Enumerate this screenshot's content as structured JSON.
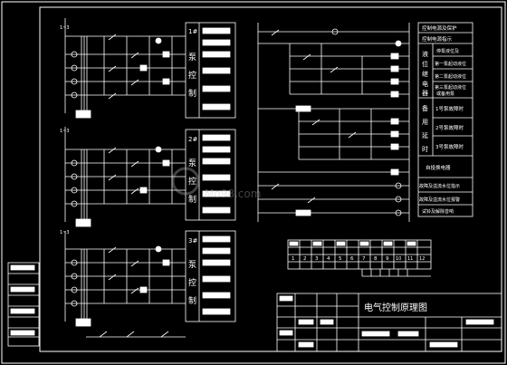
{
  "drawing": {
    "title_block_title": "电气控制原理图",
    "pump_panels": [
      {
        "number": "1#",
        "char_1": "泵",
        "char_2": "控",
        "char_3": "制"
      },
      {
        "number": "2#",
        "char_1": "泵",
        "char_2": "控",
        "char_3": "制"
      },
      {
        "number": "3#",
        "char_1": "泵",
        "char_2": "控",
        "char_3": "制"
      }
    ],
    "control_legend": {
      "power_protection": "控制电源及保护",
      "power_indicator": "控制电源指示",
      "level_relay_chars": [
        "液",
        "位",
        "继",
        "电",
        "器"
      ],
      "stop_level": "停泵液位及",
      "pump1_start_level": "第一泵起动液位",
      "pump2_start_level": "第二泵起动液位",
      "pump3_start_level": "第三泵起动液位",
      "pump3_alarm": "或备用泵",
      "standby_delay_chars": [
        "备",
        "用",
        "延",
        "时"
      ],
      "pump1_fault": "1号泵故障时",
      "pump2_fault": "2号泵故障时",
      "pump3_fault": "3号泵故障时",
      "self_hold_relay": "自投换电器",
      "fault_overflow_indicator": "故障及溢流水位指示",
      "fault_overflow_alarm": "故障及溢流水位报警",
      "test_alarm_release": "试铃及解除音响"
    },
    "terminal_numbers": [
      "1",
      "2",
      "3",
      "4",
      "5",
      "6",
      "7",
      "8",
      "9",
      "10",
      "11",
      "12"
    ],
    "circuit_labels": [
      "1~3",
      "1~3",
      "1~3"
    ],
    "watermark_text": "Mo98.com"
  }
}
